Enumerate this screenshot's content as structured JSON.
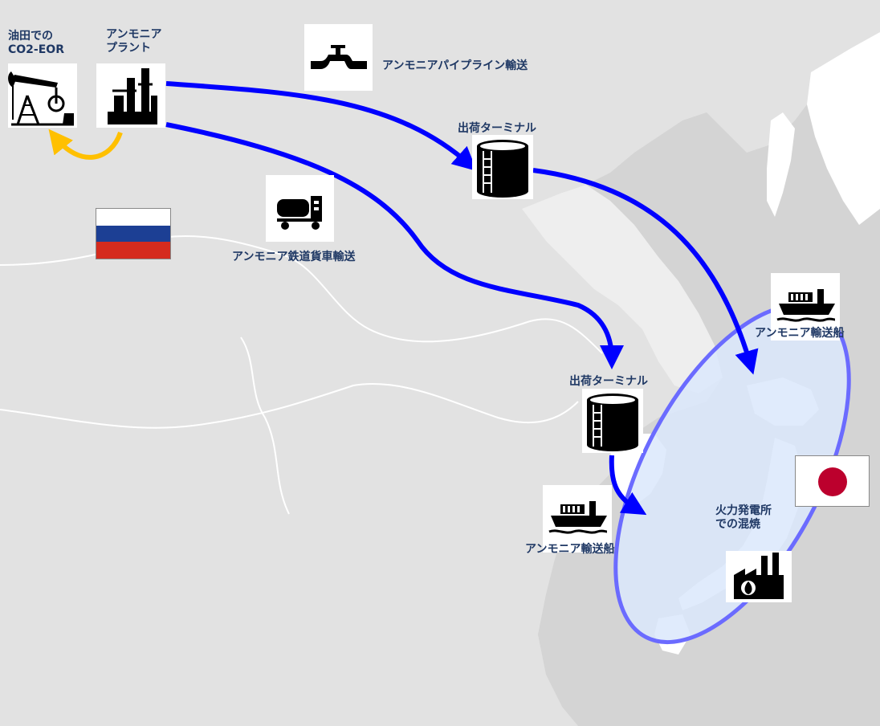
{
  "labels": {
    "oilfield": [
      "油田での",
      "CO2-EOR"
    ],
    "plant": [
      "アンモニア",
      "プラント"
    ],
    "pipeline": "アンモニアパイプライン輸送",
    "terminal_north": "出荷ターミナル",
    "rail": "アンモニア鉄道貨車輸送",
    "ship_east": "アンモニア輸送船",
    "terminal_south": "出荷ターミナル",
    "ship_south": "アンモニア輸送船",
    "power_plant": [
      "火力発電所",
      "での混焼"
    ]
  },
  "icons": {
    "oilfield": "oil-pumpjack-icon",
    "plant": "ammonia-plant-icon",
    "pipeline": "pipeline-icon",
    "terminal": "storage-tank-icon",
    "rail": "rail-tank-car-icon",
    "ship": "tanker-ship-icon",
    "power": "power-plant-icon"
  },
  "flags": {
    "russia": [
      "#ffffff",
      "#1c3f94",
      "#d52b1e"
    ],
    "japan": {
      "field": "#ffffff",
      "disc": "#bc002d"
    }
  },
  "colors": {
    "route": "#0000ff",
    "co2_return": "#ffc000",
    "japan_zone_fill": "#dbe7fb",
    "japan_zone_stroke": "#6b6bff",
    "land": "#ffffff",
    "sea": "#d4d4d4",
    "text": "#1f3864"
  }
}
